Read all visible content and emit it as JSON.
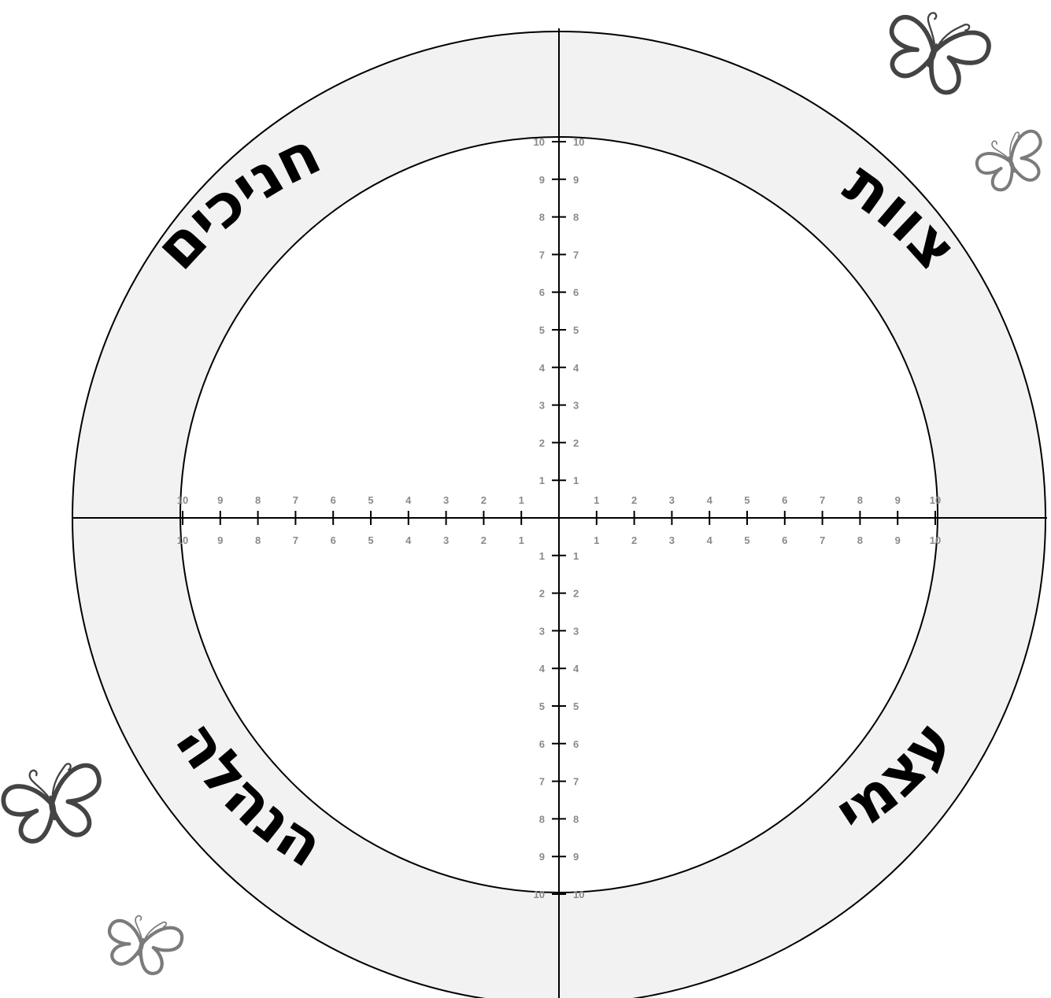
{
  "quadrant_labels": {
    "top_right": "צוות",
    "top_left": "חניכים",
    "bottom_left": "הנהלה",
    "bottom_right": "עצמי"
  },
  "scale": {
    "min": 1,
    "max": 10,
    "tick_labels": [
      "1",
      "2",
      "3",
      "4",
      "5",
      "6",
      "7",
      "8",
      "9",
      "10"
    ]
  },
  "colors": {
    "ring_fill": "#f2f2f2",
    "line": "#000000",
    "tick_text": "#8a8a8a",
    "butterfly": "#444444"
  },
  "decorations": [
    "butterfly-icon",
    "butterfly-icon",
    "butterfly-icon",
    "butterfly-icon"
  ]
}
